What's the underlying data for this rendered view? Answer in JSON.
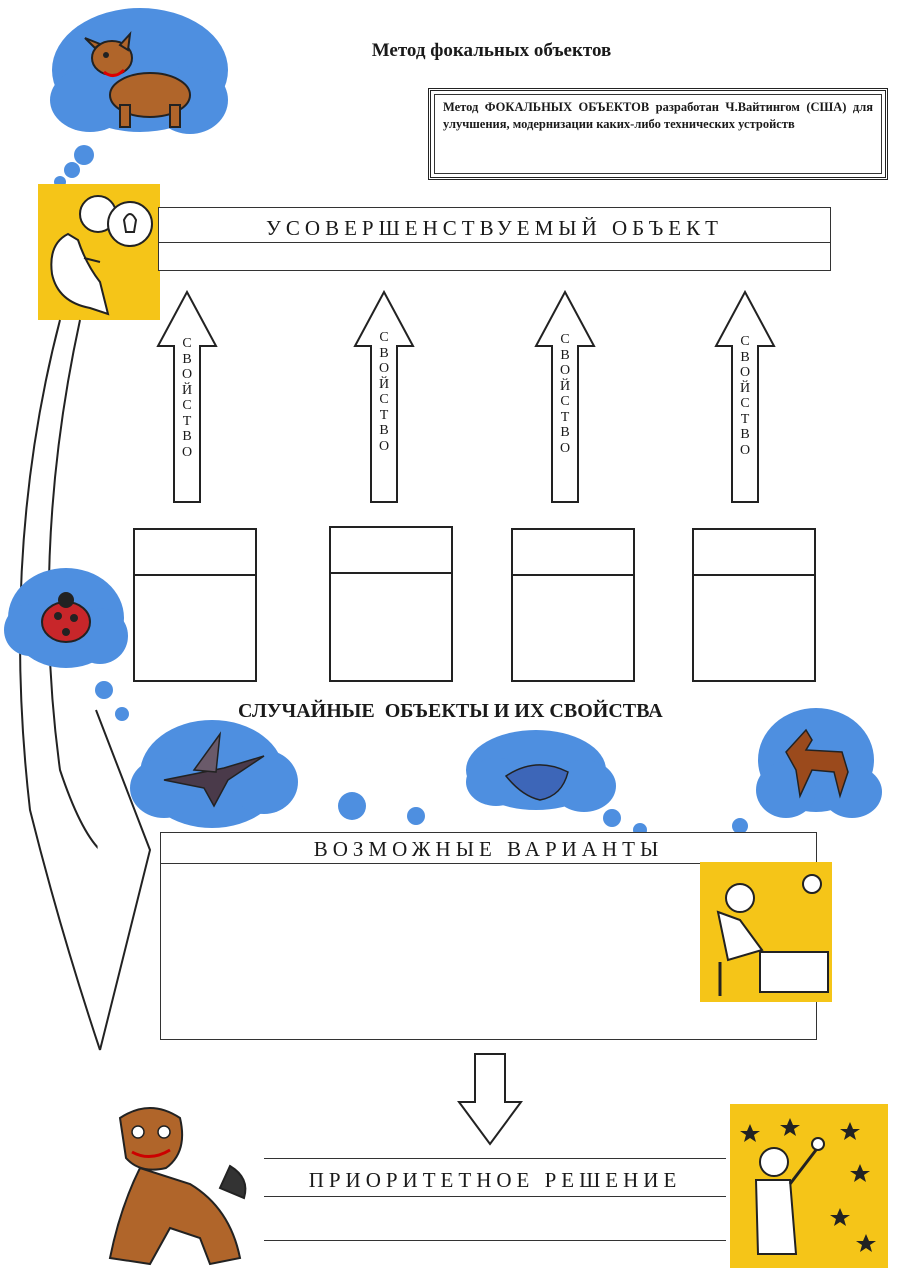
{
  "title": "Метод фокальных объектов",
  "info_text": "Метод ФОКАЛЬНЫХ ОБЪЕКТОВ разработан Ч.Вайтингом (США) для улучшения, модернизации каких-либо технических устройств",
  "improved_object_label": "УСОВЕРШЕНСТВУЕМЫЙ ОБЪЕКТ",
  "property_arrows": [
    {
      "label": "СВОЙСТВО"
    },
    {
      "label": "СВОЙСТВО"
    },
    {
      "label": "СВОЙСТВО"
    },
    {
      "label": "СВОЙСТВО"
    }
  ],
  "random_objects_label": "СЛУЧАЙНЫЕ  ОБЪЕКТЫ И ИХ СВОЙСТВА",
  "variants_label": "ВОЗМОЖНЫЕ ВАРИАНТЫ",
  "priority_label": "ПРИОРИТЕТНОЕ РЕШЕНИЕ",
  "illustrations": [
    "dog-cloud",
    "thinking-man",
    "ladybug-cloud",
    "hummingbird-cloud",
    "dolphin-cloud",
    "horse-cloud",
    "typist",
    "dog",
    "scientist-stars"
  ],
  "colors": {
    "cloud": "#4e8fe0",
    "panel": "#f5c518",
    "line": "#222222"
  }
}
